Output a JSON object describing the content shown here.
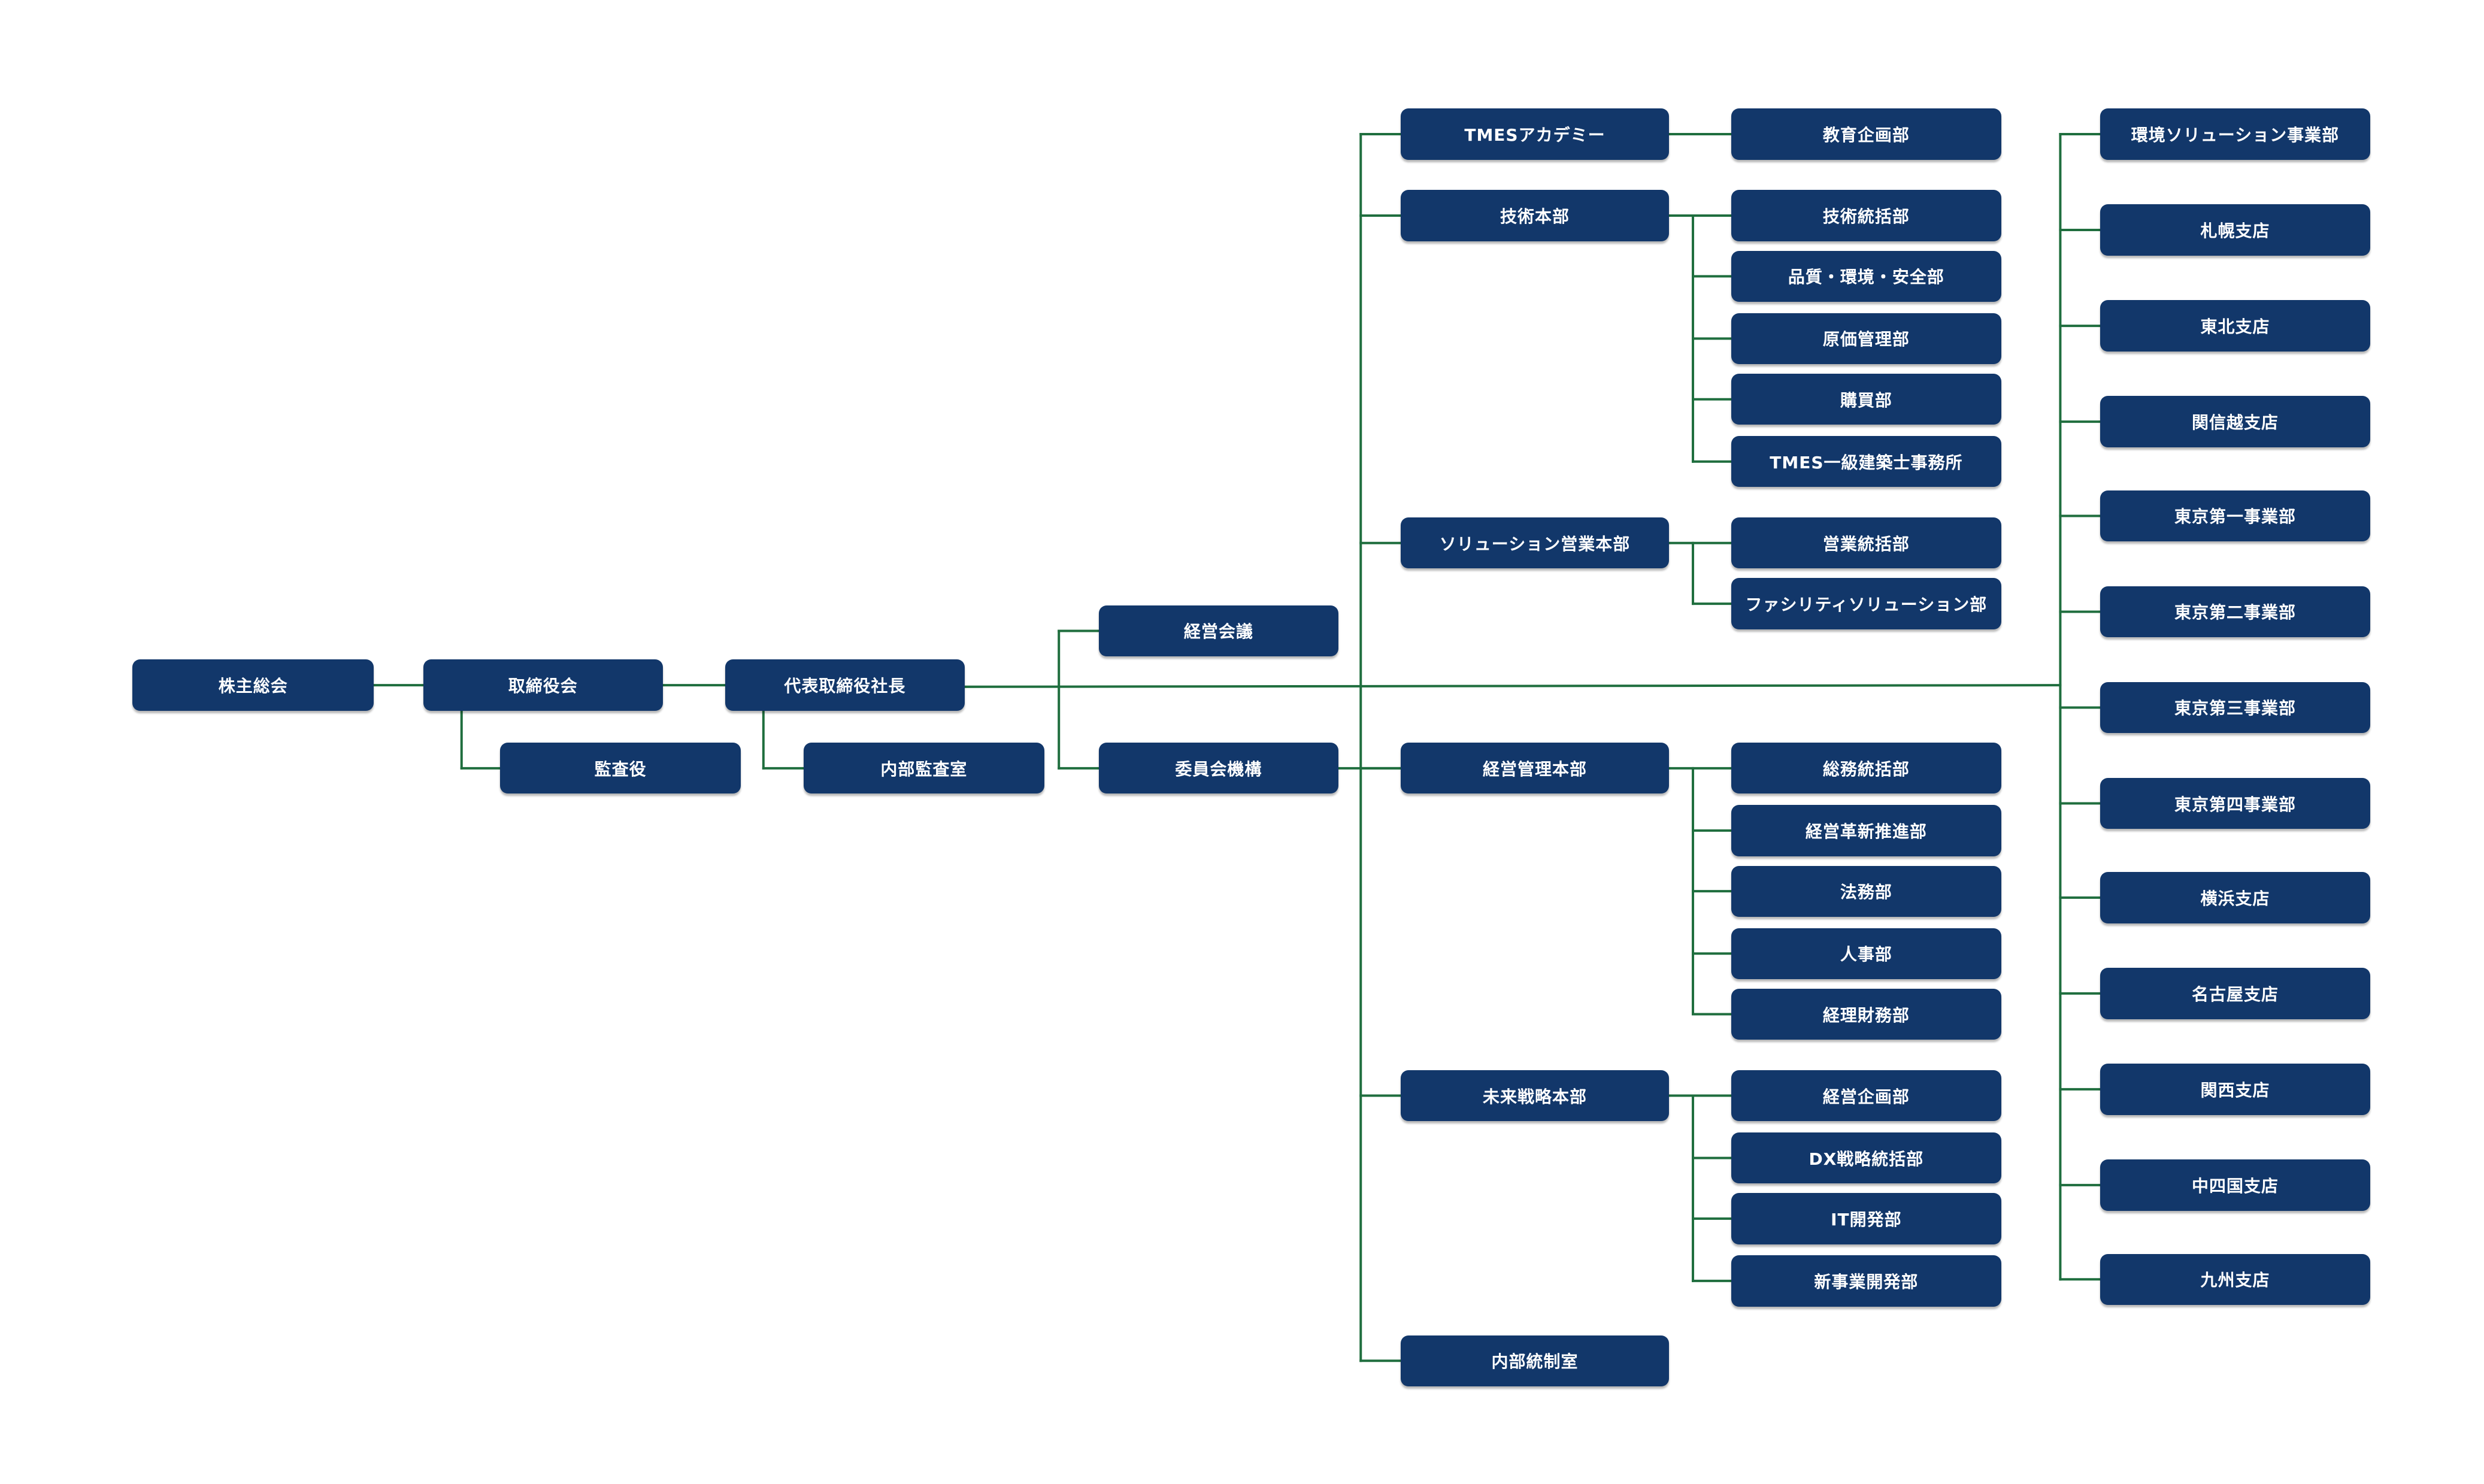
{
  "line_color": "#1f6e3e",
  "box_color": "#12376a",
  "nodes": {
    "shareholders": "株主総会",
    "board": "取締役会",
    "auditor": "監査役",
    "president": "代表取締役社長",
    "internal_audit": "内部監査室",
    "management_meeting": "経営会議",
    "committee": "委員会機構",
    "academy": "TMESアカデミー",
    "education_planning": "教育企画部",
    "tech_hq": "技術本部",
    "tech_general": "技術統括部",
    "quality": "品質・環境・安全部",
    "cost": "原価管理部",
    "purchasing": "購買部",
    "architect_office": "TMES一級建築士事務所",
    "solution_sales_hq": "ソリューション営業本部",
    "sales_general": "営業統括部",
    "facility_solution": "ファシリティソリューション部",
    "management_admin_hq": "経営管理本部",
    "general_affairs": "総務統括部",
    "management_innovation": "経営革新推進部",
    "legal": "法務部",
    "hr": "人事部",
    "accounting_finance": "経理財務部",
    "future_strategy_hq": "未来戦略本部",
    "corporate_planning": "経営企画部",
    "dx_strategy": "DX戦略統括部",
    "it_dev": "IT開発部",
    "new_business": "新事業開発部",
    "internal_control": "内部統制室",
    "env_solution_div": "環境ソリューション事業部",
    "sapporo": "札幌支店",
    "tohoku": "東北支店",
    "kanshinetsu": "関信越支店",
    "tokyo1": "東京第一事業部",
    "tokyo2": "東京第二事業部",
    "tokyo3": "東京第三事業部",
    "tokyo4": "東京第四事業部",
    "yokohama": "横浜支店",
    "nagoya": "名古屋支店",
    "kansai": "関西支店",
    "chushikoku": "中四国支店",
    "kyushu": "九州支店"
  }
}
